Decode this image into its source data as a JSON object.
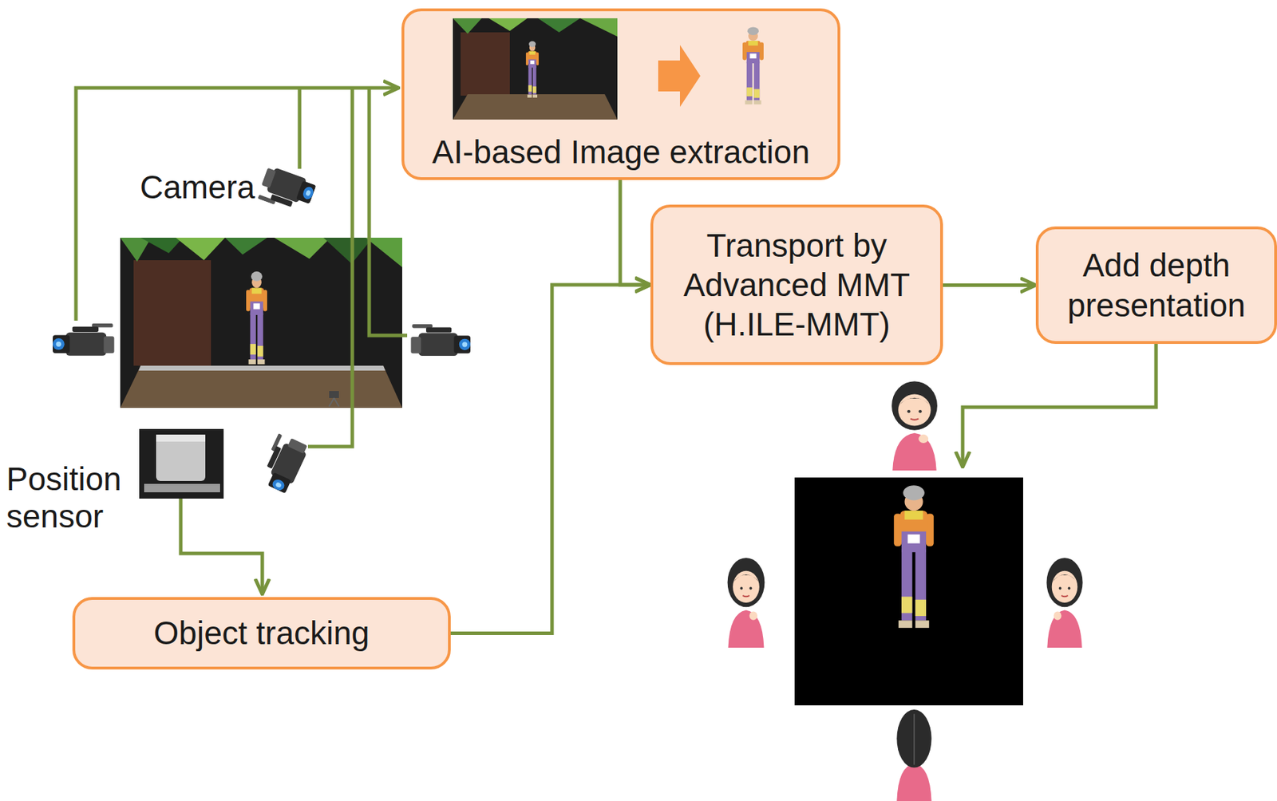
{
  "diagram": {
    "nodes": [
      {
        "text": [
          "AI-based Image extraction"
        ]
      },
      {
        "text": [
          "Transport by Advanced MMT (H.ILE-MMT)"
        ]
      },
      {
        "text": [
          "Add depth presentation"
        ]
      },
      {
        "text": [
          "Object tracking"
        ]
      }
    ],
    "edges": [
      {
        "from": 0,
        "to": 1,
        "arrow": "to"
      },
      {
        "from": 3,
        "to": 1,
        "arrow": "to"
      },
      {
        "from": 1,
        "to": 2,
        "arrow": "to"
      }
    ],
    "labels": [
      "Camera",
      "Position sensor"
    ]
  }
}
